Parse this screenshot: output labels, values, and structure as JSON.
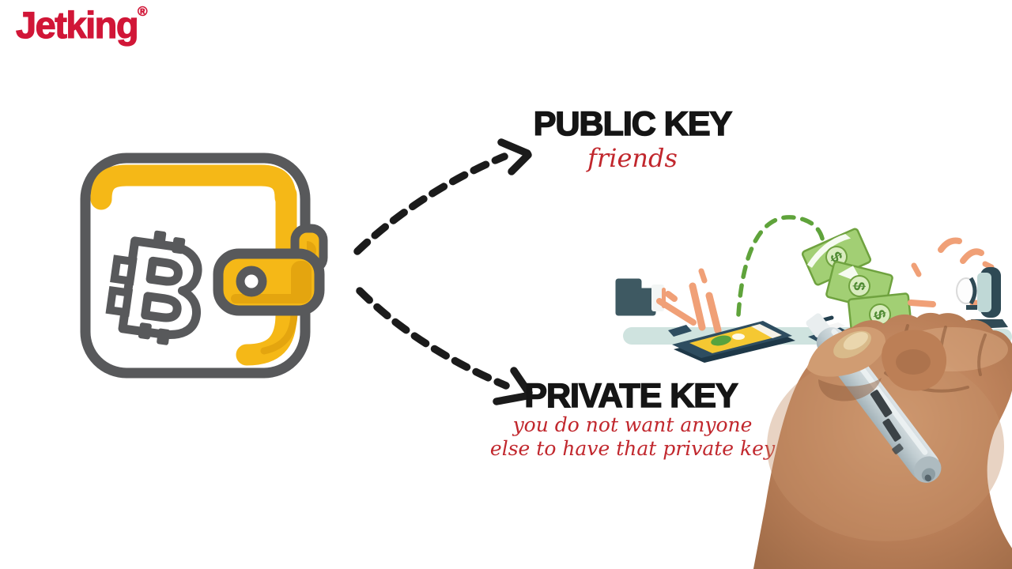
{
  "brand": {
    "name": "Jetking",
    "registered_mark": "®",
    "color": "#d11637"
  },
  "headings": {
    "public_key": {
      "title": "PUBLIC KEY",
      "note": "friends"
    },
    "private_key": {
      "title": "PRIVATE KEY",
      "note_line1": "you do not want anyone",
      "note_line2": "else to have that private key"
    }
  },
  "illustration": {
    "bill_symbol": "$",
    "icons": [
      "bitcoin-wallet-icon",
      "dashed-arrow-public-icon",
      "dashed-arrow-private-icon",
      "money-transfer-illustration",
      "hand-with-marker-illustration"
    ]
  },
  "colors": {
    "heading_black": "#151515",
    "note_red": "#c1272d",
    "wallet_yellow": "#f5b817",
    "wallet_gold_shade": "#e4a50f",
    "wallet_outline_gray": "#58595b",
    "money_green": "#a2cf74",
    "money_green_dark": "#6fa23f",
    "arc_green": "#5fa33b",
    "table_teal": "#cfe3df",
    "device_navy": "#2e4d60",
    "sleeve_slate": "#3e5962",
    "stroke_orange": "#f0a077",
    "skin_tone": "#bb8059",
    "marker_gray": "#c2ced2"
  }
}
